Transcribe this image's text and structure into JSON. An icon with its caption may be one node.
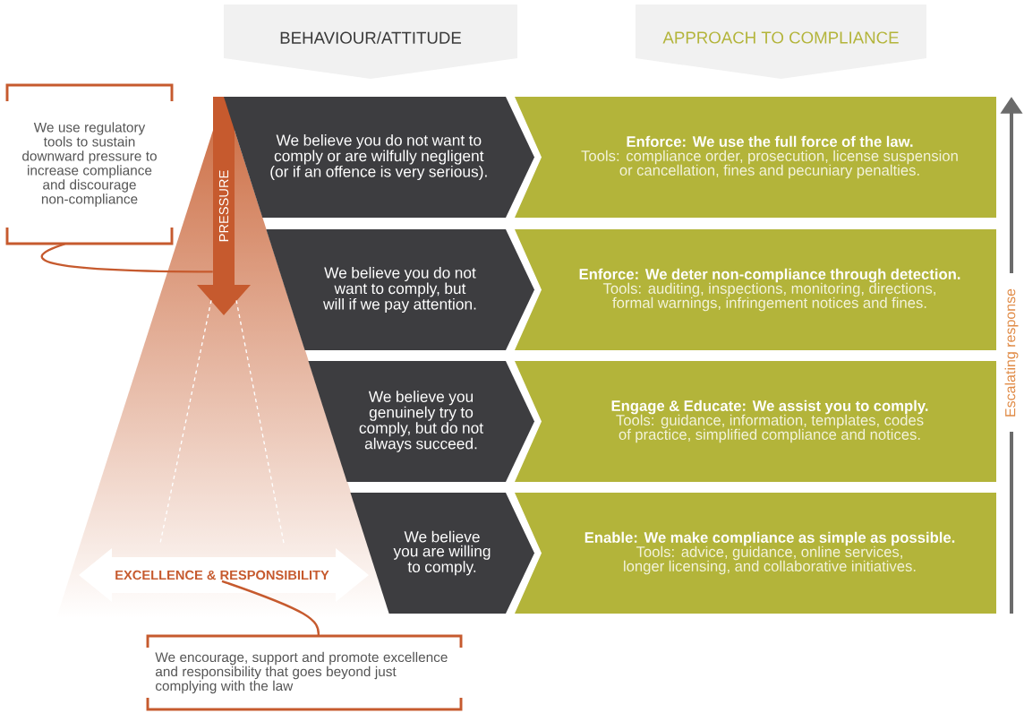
{
  "diagram": {
    "nodes": [
      {
        "text": [
          "BEHAVIOUR/ATTITUDE"
        ]
      },
      {
        "text": [
          "APPROACH TO COMPLIANCE"
        ]
      },
      {
        "text": [
          "We use regulatory tools to sustain downward pressure to increase compliance and discourage non-compliance"
        ]
      },
      {
        "text": [
          "PRESSURE"
        ]
      },
      {
        "text": [
          "We believe you do not want to comply or are wilfully negligent (or if an offence is very serious)."
        ]
      },
      {
        "text": [
          "Enforce: We use the full force of the law.",
          "Tools: compliance order, prosecution, license suspension or cancellation, fines and pecuniary penalties."
        ]
      },
      {
        "text": [
          "We believe you do not want to comply, but will if we pay attention."
        ]
      },
      {
        "text": [
          "Enforce: We deter non-compliance through detection.",
          "Tools: auditing, inspections, monitoring, directions, formal warnings, infringement notices and fines."
        ]
      },
      {
        "text": [
          "We believe you genuinely try to comply, but do not always succeed."
        ]
      },
      {
        "text": [
          "Engage & Educate: We assist you to comply.",
          "Tools: guidance, information, templates, codes of practice, simplified compliance and notices."
        ]
      },
      {
        "text": [
          "We believe you are willing to comply."
        ]
      },
      {
        "text": [
          "Enable: We make compliance as simple as possible.",
          "Tools: advice, guidance, online services, longer licensing, and collaborative initiatives."
        ]
      },
      {
        "text": [
          "EXCELLENCE & RESPONSIBILITY"
        ]
      },
      {
        "text": [
          "We encourage, support and promote excellence and responsibility that goes beyond just complying with the law"
        ]
      }
    ],
    "edges": [
      {
        "from": 2,
        "to": 3,
        "arrow": "none"
      },
      {
        "from": 12,
        "to": 13,
        "arrow": "none"
      },
      {
        "from": 3,
        "to": 12,
        "arrow": "none",
        "style": "dashed",
        "color": "#ffffff"
      },
      {
        "from": 3,
        "to": 12,
        "arrow": "none",
        "style": "dashed",
        "color": "#ffffff"
      }
    ],
    "labels": [
      "Escalating response"
    ]
  }
}
